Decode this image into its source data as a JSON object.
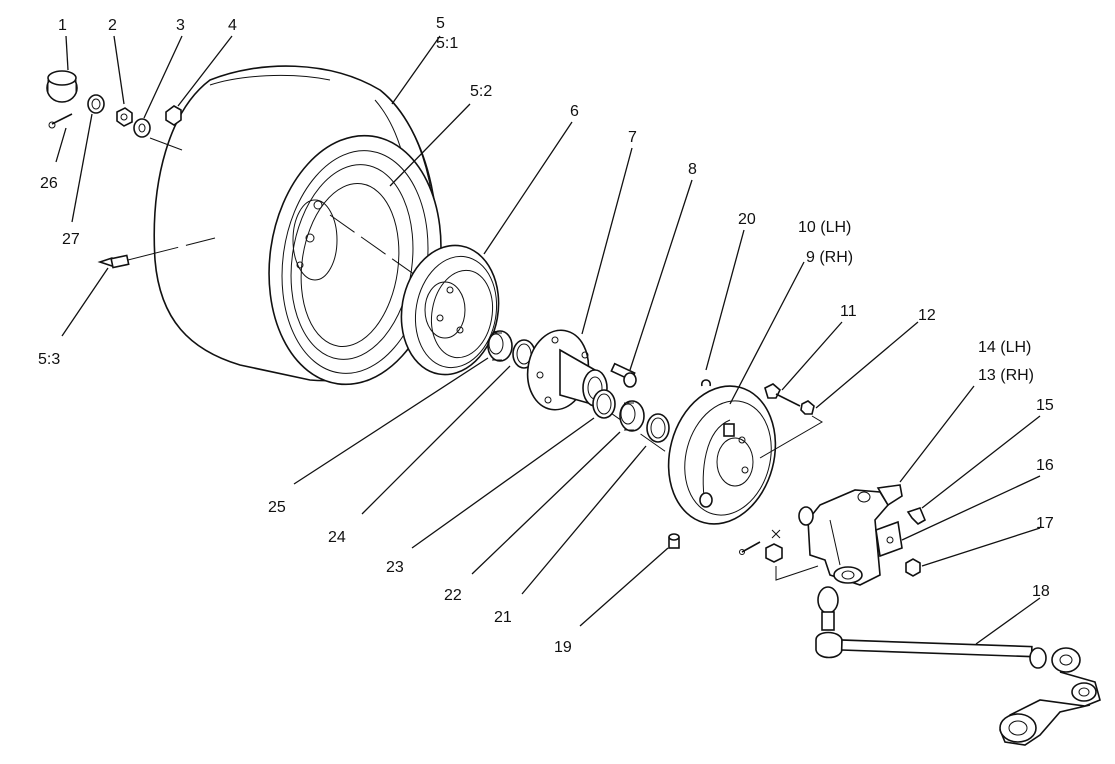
{
  "callouts": {
    "c1": "1",
    "c2": "2",
    "c3": "3",
    "c4": "4",
    "c5": "5",
    "c5_1": "5:1",
    "c5_2": "5:2",
    "c5_3": "5:3",
    "c6": "6",
    "c7": "7",
    "c8": "8",
    "c9": "9  (RH)",
    "c10": "10 (LH)",
    "c11": "11",
    "c12": "12",
    "c13": "13  (RH)",
    "c14": "14 (LH)",
    "c15": "15",
    "c16": "16",
    "c17": "17",
    "c18": "18",
    "c19": "19",
    "c20": "20",
    "c21": "21",
    "c22": "22",
    "c23": "23",
    "c24": "24",
    "c25": "25",
    "c26": "26",
    "c27": "27"
  }
}
